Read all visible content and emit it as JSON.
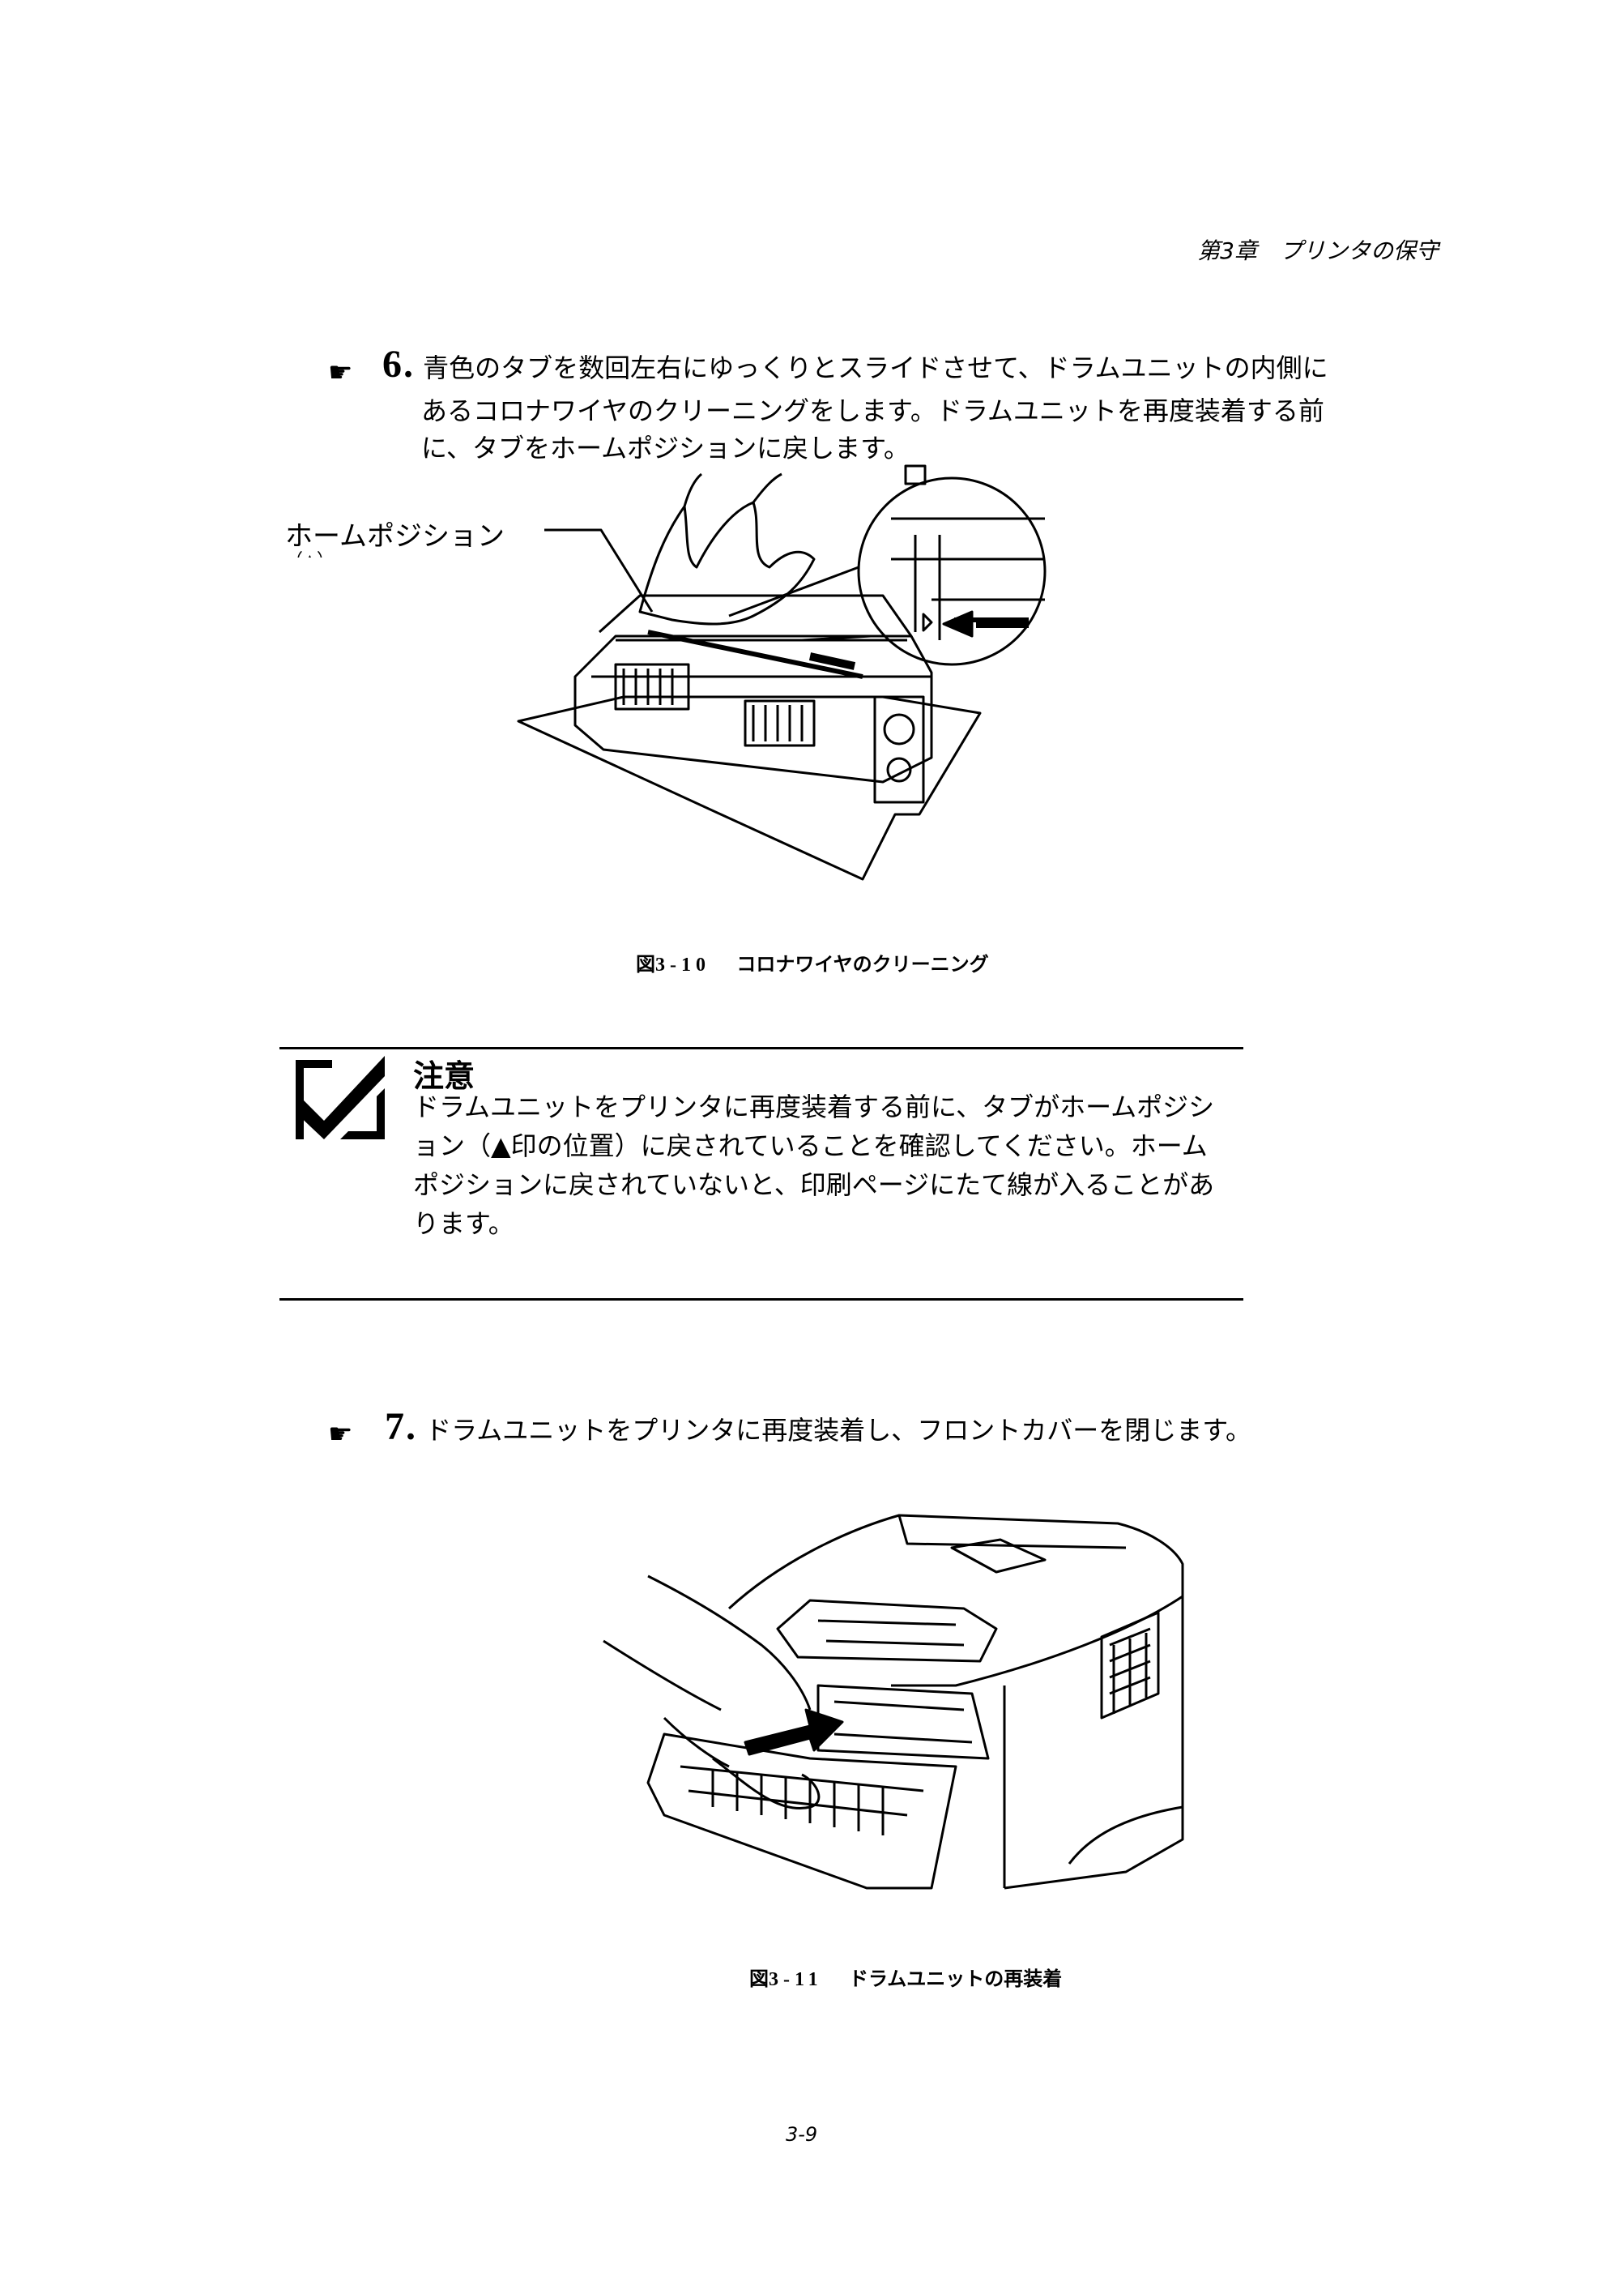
{
  "header": {
    "chapter": "第3章　プリンタの保守"
  },
  "step6": {
    "icon": "pointing-hand-icon",
    "number": "6",
    "lines": [
      "青色のタブを数回左右にゆっくりとスライドさせて、ドラムユニットの内側に",
      "あるコロナワイヤのクリーニングをします。ドラムユニットを再度装着する前",
      "に、タブをホームポジションに戻します。"
    ]
  },
  "figure1": {
    "label": "ホームポジション",
    "label_sub": "（▲）",
    "caption_prefix": "図",
    "caption_number": "3-10",
    "caption_text": "コロナワイヤのクリーニング"
  },
  "note": {
    "icon": "checkmark-icon",
    "title": "注意",
    "lines": [
      "ドラムユニットをプリンタに再度装着する前に、タブがホームポジシ",
      "ョン（▲印の位置）に戻されていることを確認してください。ホーム",
      "ポジションに戻されていないと、印刷ページにたて線が入ることがあ",
      "ります。"
    ]
  },
  "step7": {
    "icon": "pointing-hand-icon",
    "number": "7",
    "text": "ドラムユニットをプリンタに再度装着し、フロントカバーを閉じます。"
  },
  "figure2": {
    "caption_prefix": "図",
    "caption_number": "3-11",
    "caption_text": "ドラムユニットの再装着"
  },
  "footer": {
    "page_number": "3-9"
  }
}
